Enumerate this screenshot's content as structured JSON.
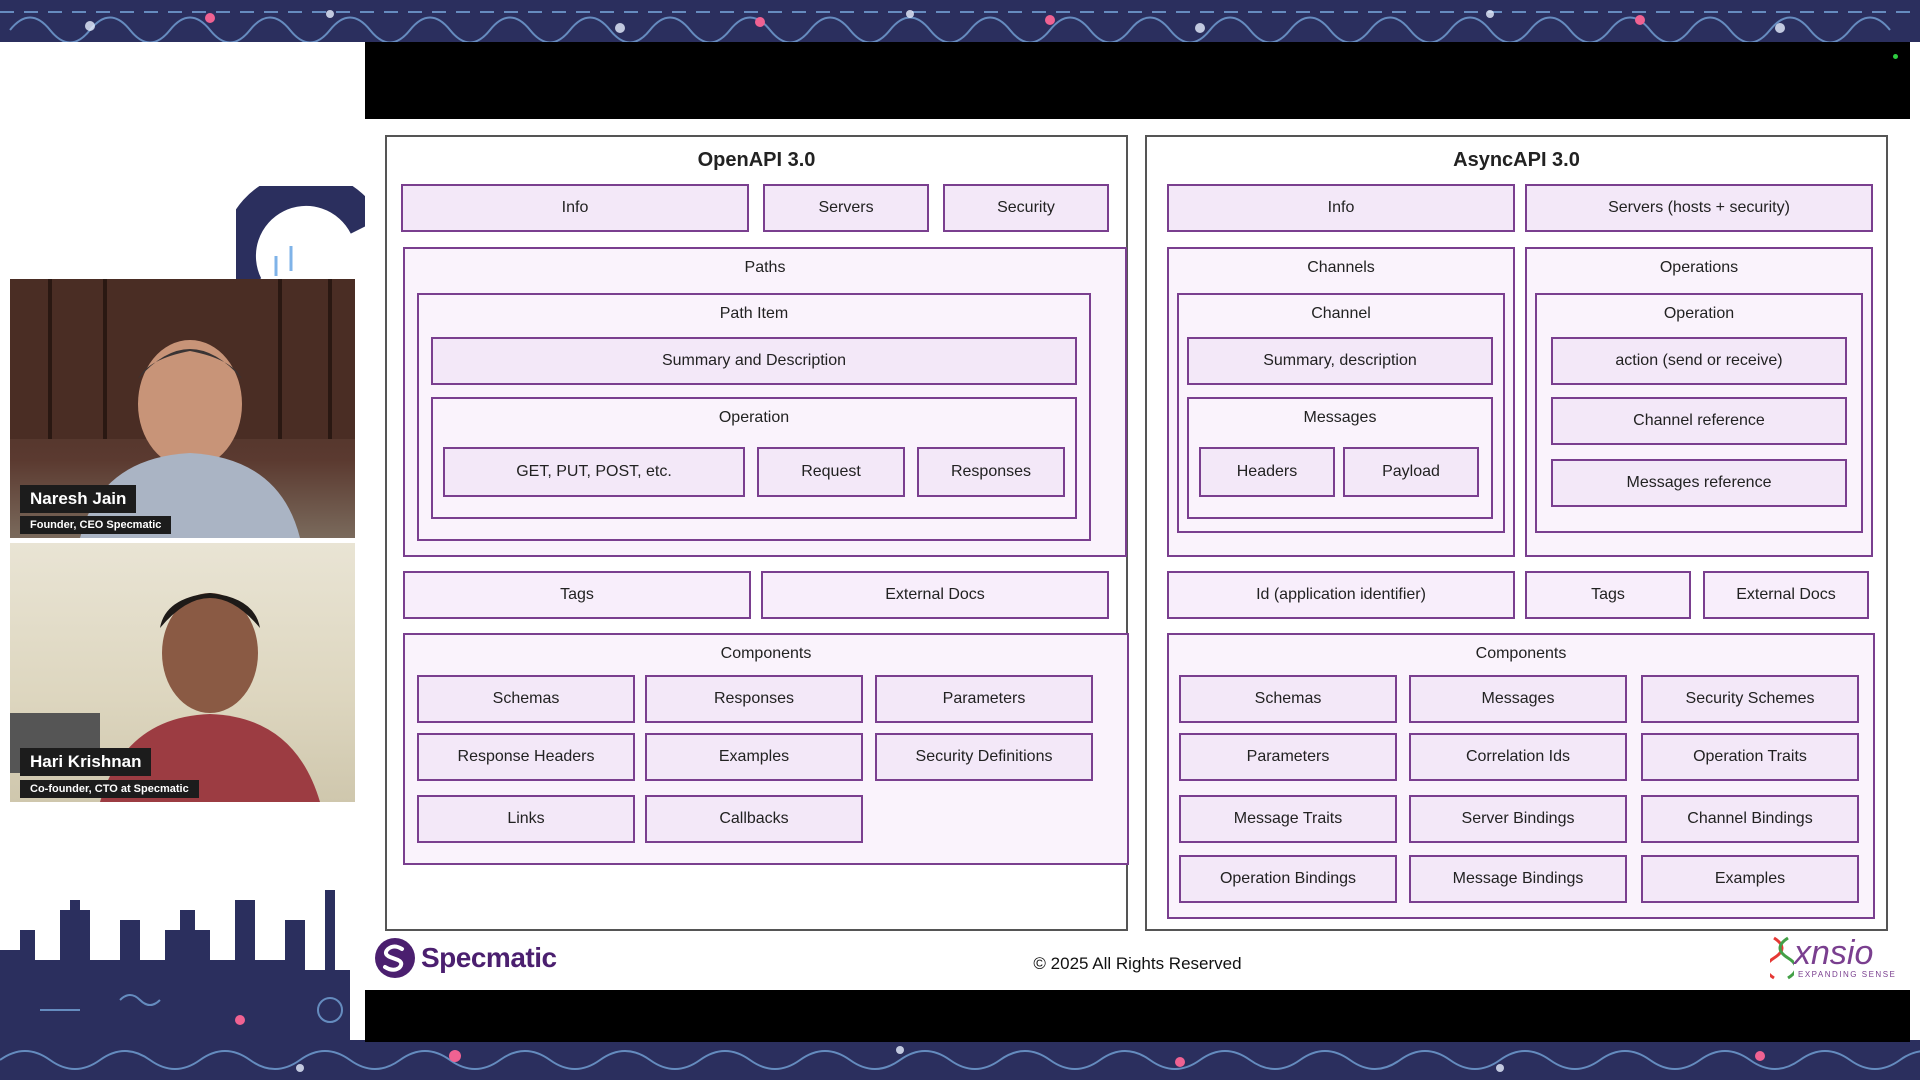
{
  "presenters": [
    {
      "name": "Naresh Jain",
      "role": "Founder, CEO Specmatic"
    },
    {
      "name": "Hari Krishnan",
      "role": "Co-founder, CTO at Specmatic"
    }
  ],
  "openapi": {
    "title": "OpenAPI 3.0",
    "top": [
      "Info",
      "Servers",
      "Security"
    ],
    "paths": {
      "label": "Paths",
      "path_item": "Path Item",
      "summary": "Summary and Description",
      "operation": "Operation",
      "operation_items": [
        "GET, PUT, POST, etc.",
        "Request",
        "Responses"
      ]
    },
    "mid": [
      "Tags",
      "External Docs"
    ],
    "components": {
      "label": "Components",
      "items": [
        "Schemas",
        "Responses",
        "Parameters",
        "Response Headers",
        "Examples",
        "Security Definitions",
        "Links",
        "Callbacks"
      ]
    }
  },
  "asyncapi": {
    "title": "AsyncAPI 3.0",
    "top": [
      "Info",
      "Servers (hosts + security)"
    ],
    "channels": {
      "label": "Channels",
      "channel": "Channel",
      "summary": "Summary, description",
      "messages": "Messages",
      "message_items": [
        "Headers",
        "Payload"
      ]
    },
    "operations": {
      "label": "Operations",
      "operation": "Operation",
      "items": [
        "action (send or receive)",
        "Channel reference",
        "Messages reference"
      ]
    },
    "mid": [
      "Id (application identifier)",
      "Tags",
      "External Docs"
    ],
    "components": {
      "label": "Components",
      "items": [
        "Schemas",
        "Messages",
        "Security Schemes",
        "Parameters",
        "Correlation Ids",
        "Operation Traits",
        "Message Traits",
        "Server Bindings",
        "Channel Bindings",
        "Operation Bindings",
        "Message Bindings",
        "Examples"
      ]
    }
  },
  "footer": {
    "copyright": "© 2025 All Rights Reserved",
    "logo_left": "Specmatic",
    "logo_right": "xnsio",
    "logo_right_tagline": "EXPANDING SENSE"
  },
  "colors": {
    "box_border": "#7a3f8f",
    "box_fill": "#f3e8f8",
    "banner": "#2b2f5e",
    "brand": "#4b1f6f"
  }
}
